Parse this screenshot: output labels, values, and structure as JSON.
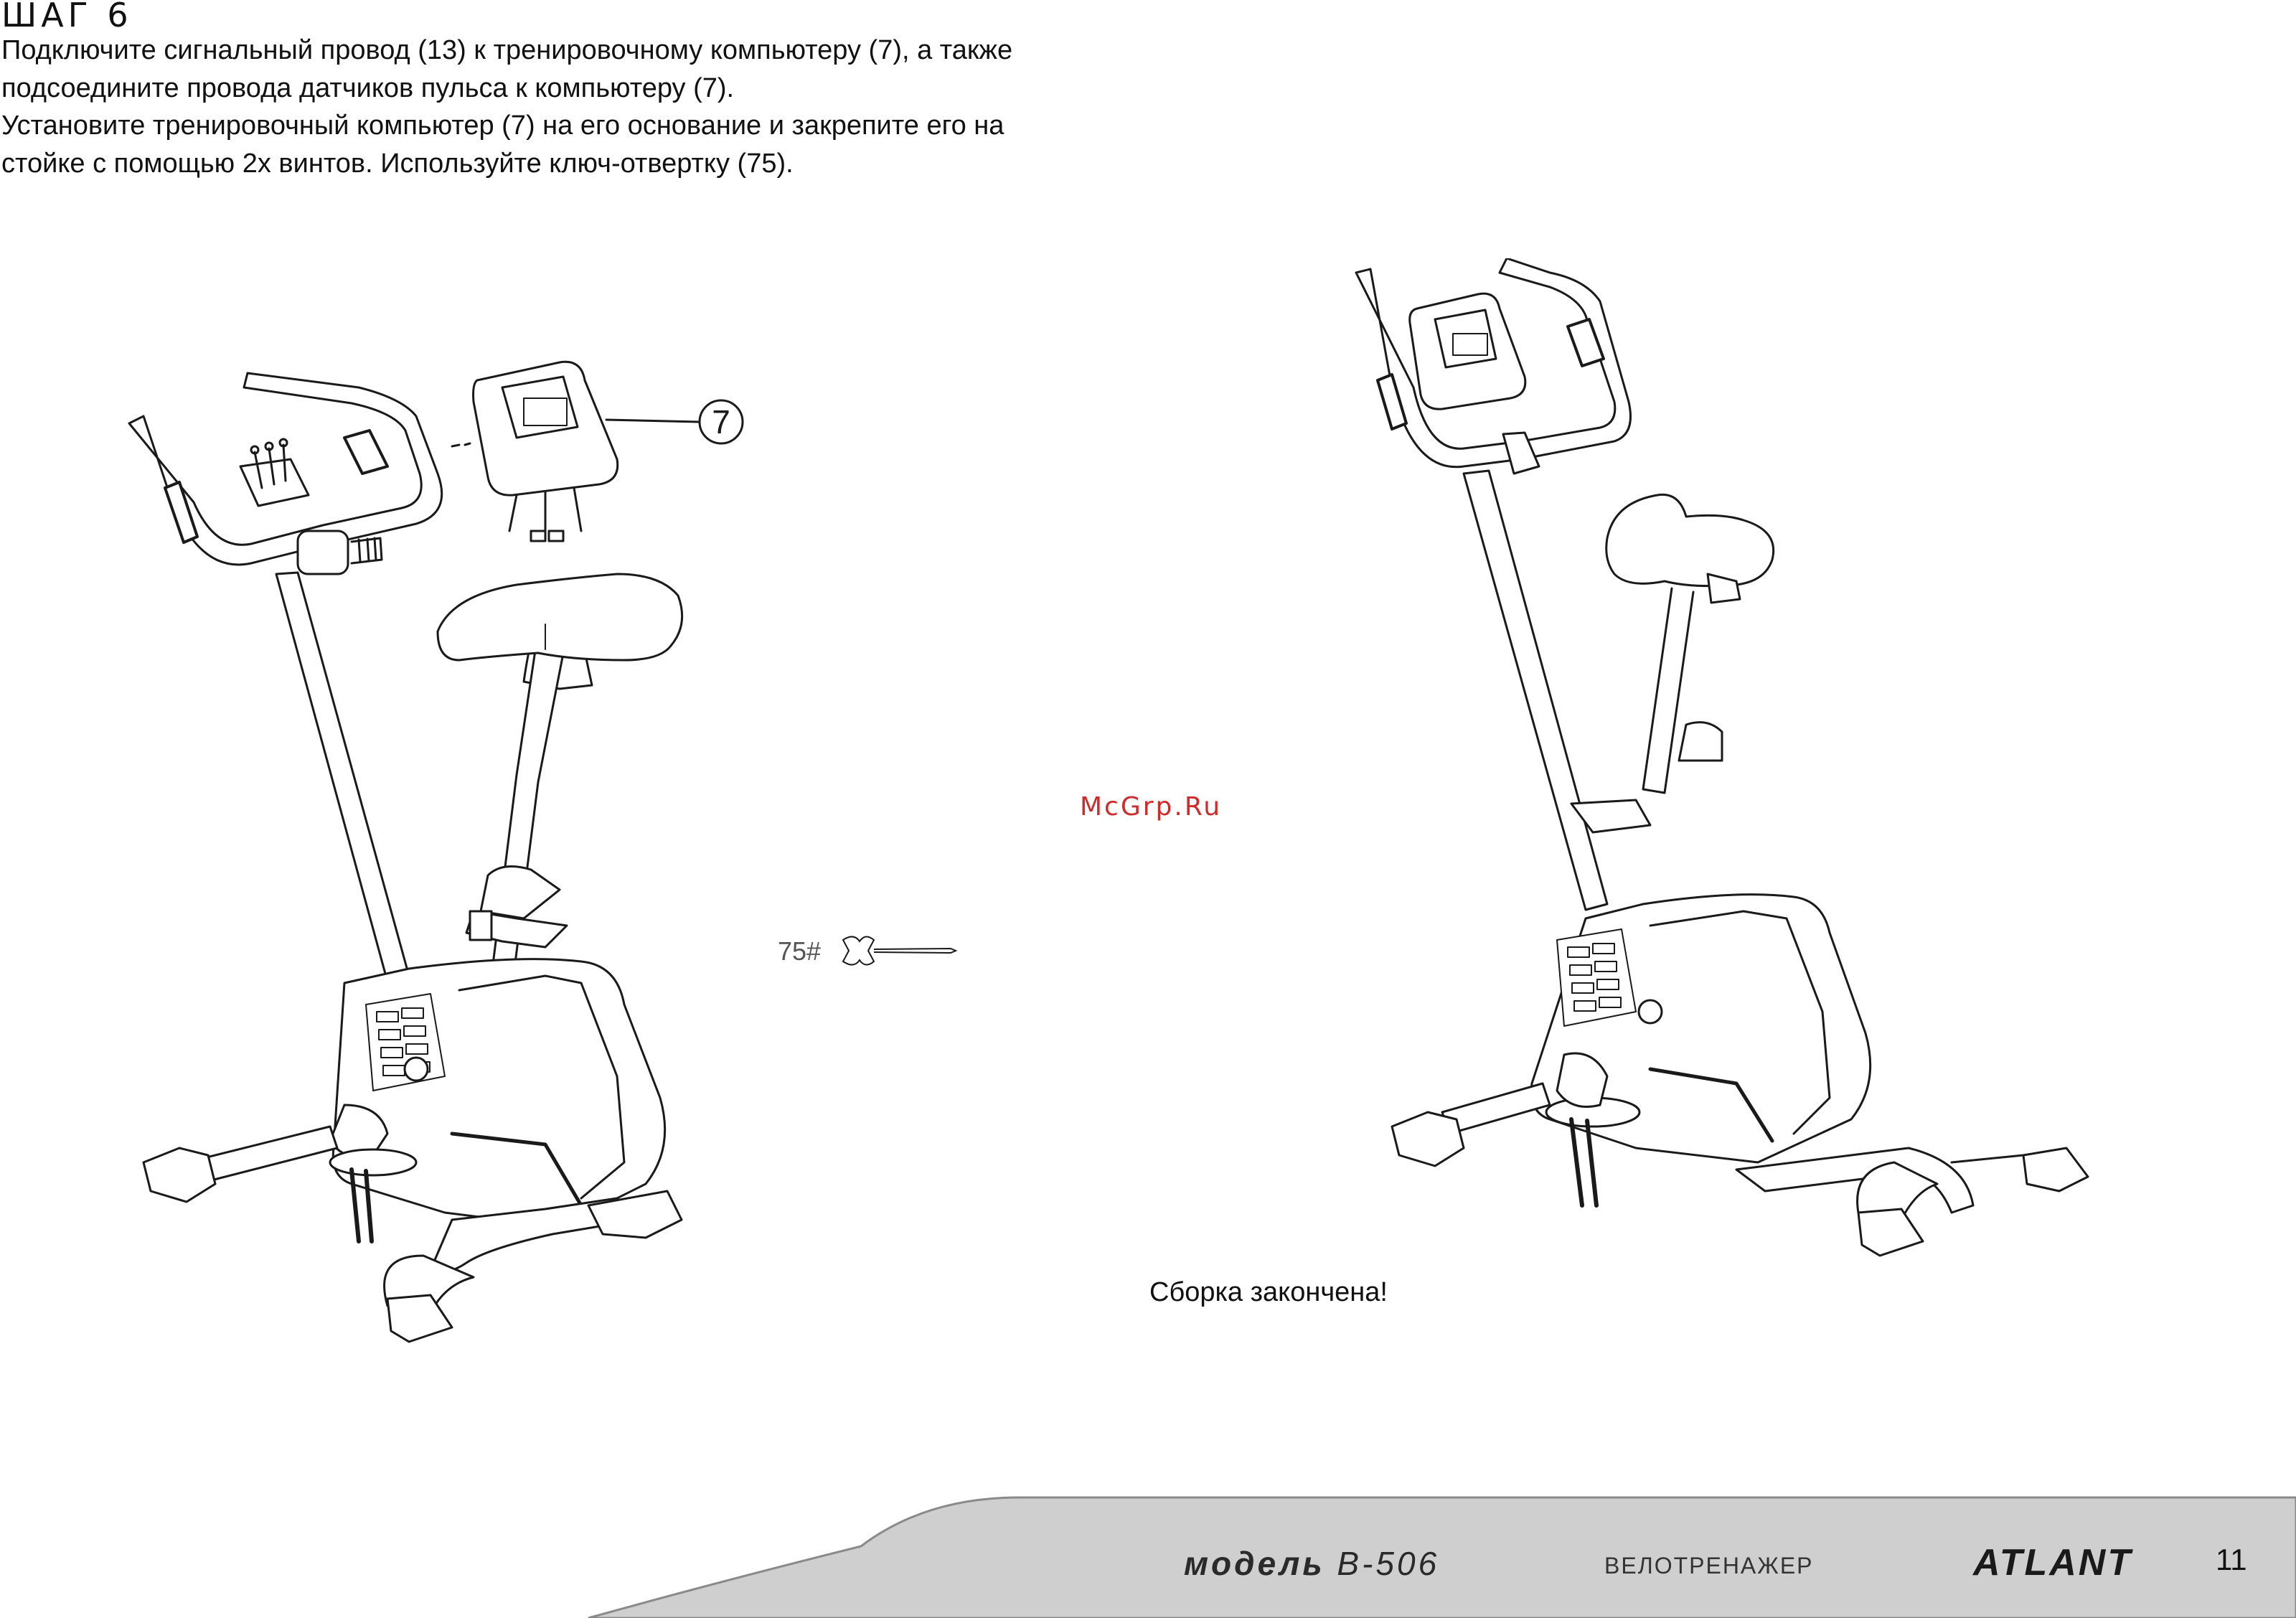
{
  "step": {
    "title": "шаг 6"
  },
  "instructions": {
    "lines": [
      "Подключите сигнальный провод (13) к тренировочному компьютеру (7), а также",
      "подсоедините провода датчиков пульса к компьютеру (7).",
      "Установите тренировочный компьютер (7) на его основание и закрепите его на",
      "стойке с помощью 2х винтов. Используйте ключ-отвертку (75)."
    ]
  },
  "callouts": {
    "computer": "7",
    "tool": "75#"
  },
  "watermark": "McGrp.Ru",
  "completion_text": "Сборка закончена!",
  "footer": {
    "model_label": "модель",
    "model_number": "B-506",
    "product_type": "ВЕЛОТРЕНАЖЕР",
    "brand": "ATLANT",
    "page_number": "11"
  },
  "colors": {
    "footer_band": "#cfcfcf",
    "line_art": "#1a1a1a",
    "watermark": "#cf2b2b"
  }
}
